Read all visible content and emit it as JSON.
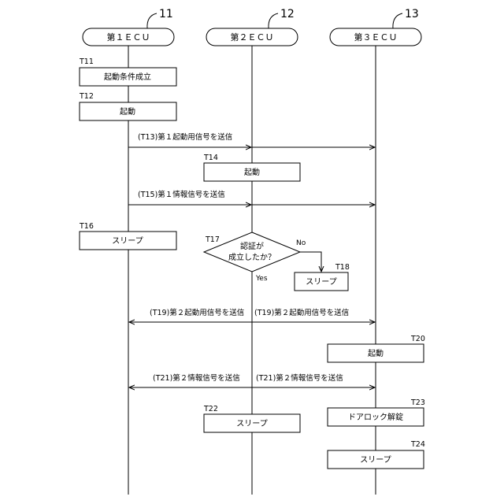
{
  "ecus": [
    {
      "label": "第１ＥＣＵ",
      "ref": "11"
    },
    {
      "label": "第２ＥＣＵ",
      "ref": "12"
    },
    {
      "label": "第３ＥＣＵ",
      "ref": "13"
    }
  ],
  "steps": {
    "t11": {
      "id": "T11",
      "text": "起動条件成立"
    },
    "t12": {
      "id": "T12",
      "text": "起動"
    },
    "t13": {
      "msg": "(T13)第１起動用信号を送信"
    },
    "t14": {
      "id": "T14",
      "text": "起動"
    },
    "t15": {
      "msg": "(T15)第１情報信号を送信"
    },
    "t16": {
      "id": "T16",
      "text": "スリープ"
    },
    "t17": {
      "id": "T17",
      "line1": "認証が",
      "line2": "成立したか？",
      "no": "No",
      "yes": "Yes"
    },
    "t18": {
      "id": "T18",
      "text": "スリープ"
    },
    "t19": {
      "msg_left": "(T19)第２起動用信号を送信",
      "msg_right": "(T19)第２起動用信号を送信"
    },
    "t20": {
      "id": "T20",
      "text": "起動"
    },
    "t21": {
      "msg_left": "(T21)第２情報信号を送信",
      "msg_right": "(T21)第２情報信号を送信"
    },
    "t22": {
      "id": "T22",
      "text": "スリープ"
    },
    "t23": {
      "id": "T23",
      "text": "ドアロック解錠"
    },
    "t24": {
      "id": "T24",
      "text": "スリープ"
    }
  }
}
